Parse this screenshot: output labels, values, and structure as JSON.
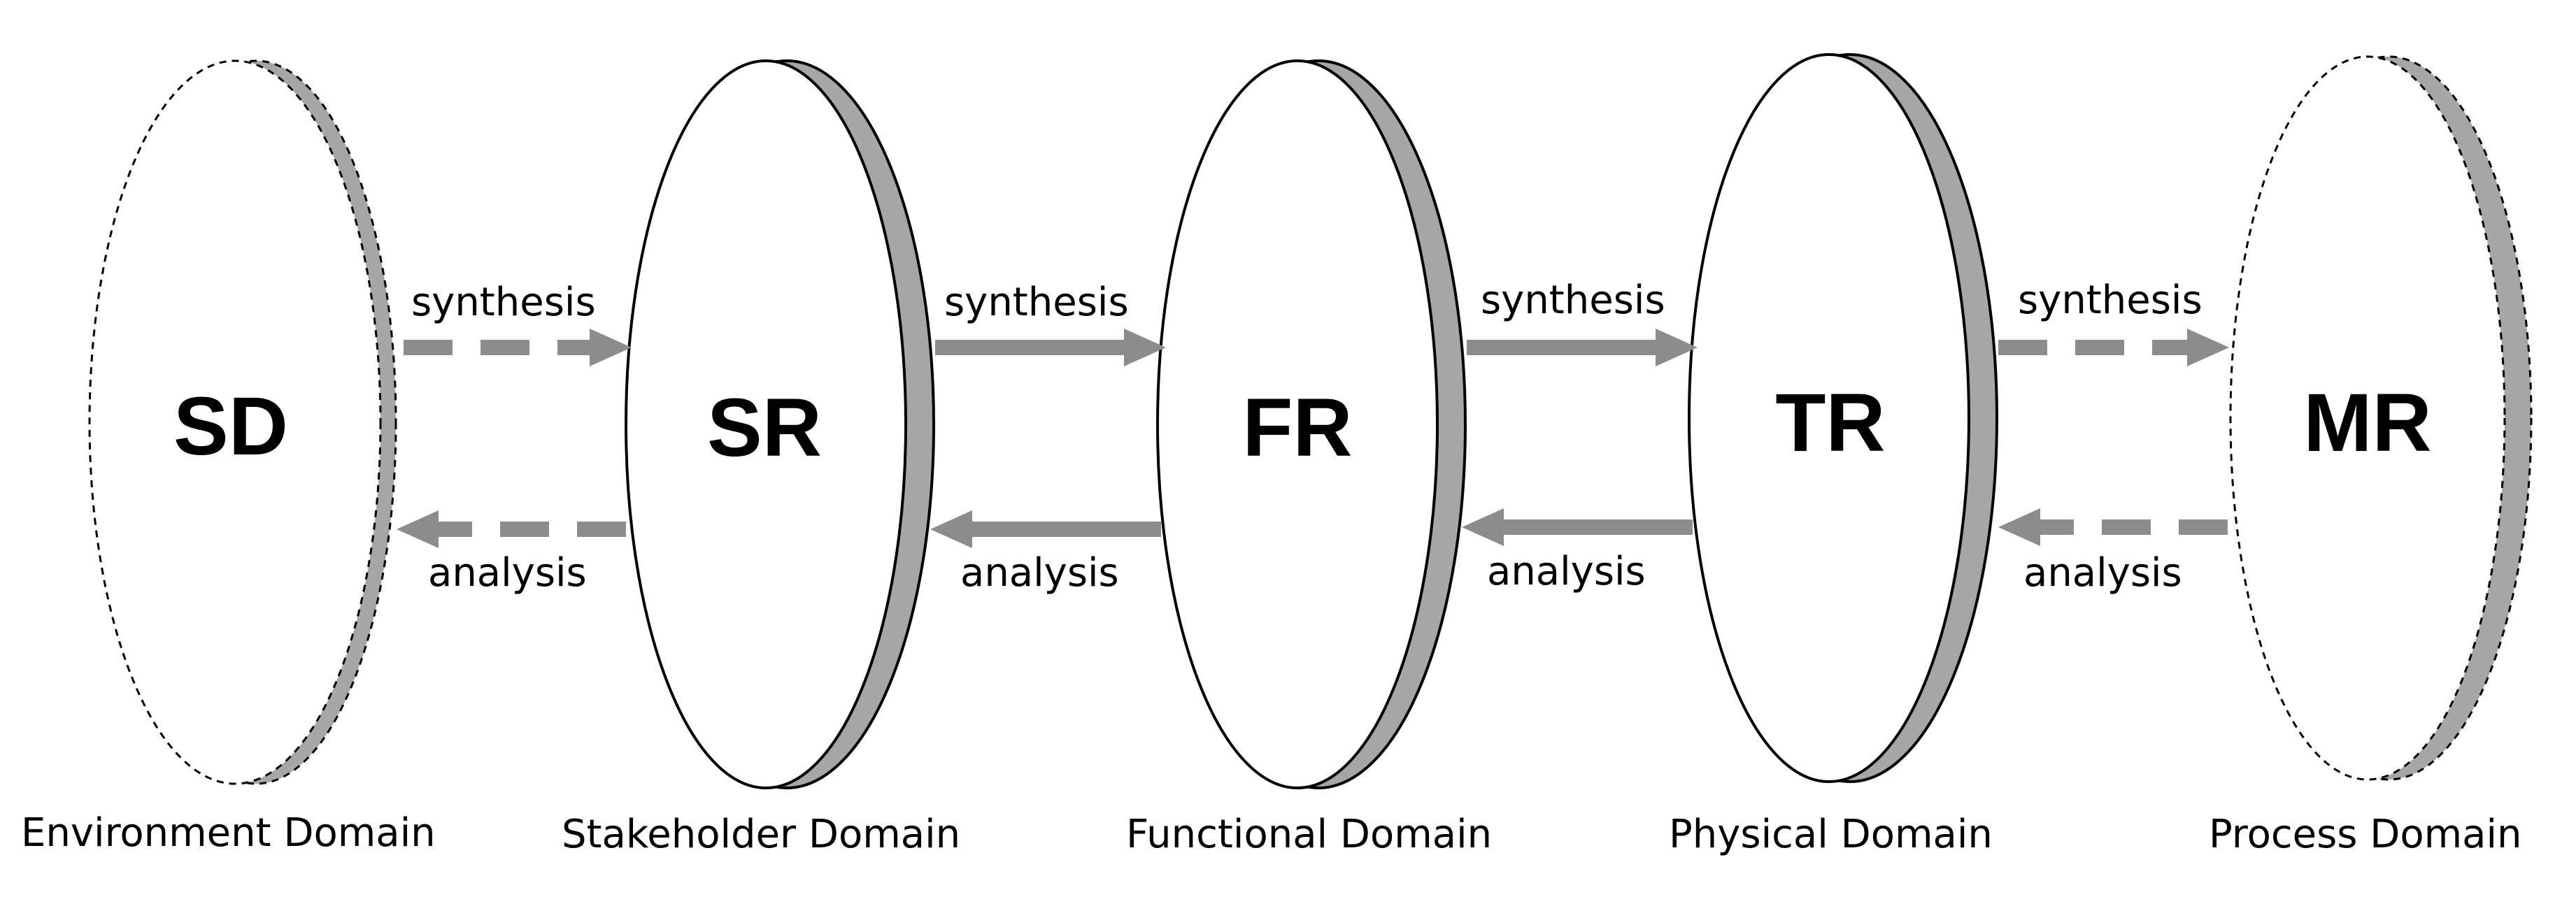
{
  "colors": {
    "disk_face": "#ffffff",
    "disk_edge": "#a6a6a6",
    "outline": "#000000",
    "arrow": "#8c8c8c"
  },
  "domains": [
    {
      "code": "SD",
      "name": "Environment Domain",
      "style": "dashed"
    },
    {
      "code": "SR",
      "name": "Stakeholder Domain",
      "style": "solid"
    },
    {
      "code": "FR",
      "name": "Functional Domain",
      "style": "solid"
    },
    {
      "code": "TR",
      "name": "Physical Domain",
      "style": "solid"
    },
    {
      "code": "MR",
      "name": "Process Domain",
      "style": "dashed"
    }
  ],
  "connections": [
    {
      "synthesis_label": "synthesis",
      "analysis_label": "analysis",
      "style": "dashed"
    },
    {
      "synthesis_label": "synthesis",
      "analysis_label": "analysis",
      "style": "solid"
    },
    {
      "synthesis_label": "synthesis",
      "analysis_label": "analysis",
      "style": "solid"
    },
    {
      "synthesis_label": "synthesis",
      "analysis_label": "analysis",
      "style": "dashed"
    }
  ]
}
